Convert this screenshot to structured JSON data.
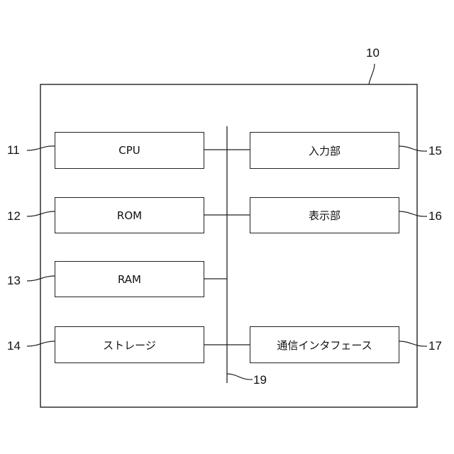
{
  "device_label": "10",
  "bus_label": "19",
  "left_blocks": [
    {
      "ref": "11",
      "label": "CPU"
    },
    {
      "ref": "12",
      "label": "ROM"
    },
    {
      "ref": "13",
      "label": "RAM"
    },
    {
      "ref": "14",
      "label": "ストレージ"
    }
  ],
  "right_blocks": [
    {
      "ref": "15",
      "label": "入力部"
    },
    {
      "ref": "16",
      "label": "表示部"
    },
    {
      "ref": "17",
      "label": "通信インタフェース"
    }
  ]
}
